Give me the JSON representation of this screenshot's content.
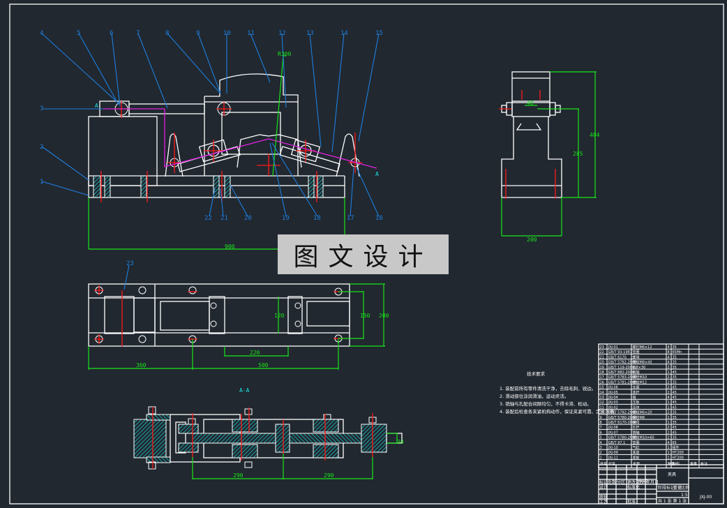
{
  "drawing": {
    "frame_color": "#ffffff",
    "background": "#212830",
    "watermark": "图文设计",
    "front_view": {
      "balloons_top": [
        "4",
        "5",
        "6",
        "7",
        "8",
        "9",
        "10",
        "11",
        "12",
        "13",
        "14",
        "15"
      ],
      "balloons_left": [
        "3",
        "2",
        "1"
      ],
      "balloons_bottom": [
        "22",
        "21",
        "20",
        "19",
        "18",
        "17",
        "16"
      ],
      "radius_label": "R300",
      "section_marker": "A",
      "dimension_width": "900"
    },
    "side_view": {
      "dim_top": "40",
      "dim_height_total": "404",
      "dim_height_center": "285",
      "dim_base": "200"
    },
    "top_view": {
      "balloon": "23",
      "dims": {
        "inner_width": "120",
        "hole_spacing": "150",
        "total_width": "200",
        "slot": "220",
        "left_offset": "360",
        "hole_pitch": "500"
      }
    },
    "section_view": {
      "title": "A-A",
      "dims": {
        "pitch_left": "290",
        "pitch_right": "290",
        "shaft": "30"
      }
    },
    "technical_requirements": {
      "title": "技术要求",
      "items": [
        "1. 装配前所有零件清洗干净，去除毛刺、锐边。",
        "2. 滑动部位涂润滑油，运动灵活。",
        "3. 销轴与孔配合间隙均匀，不得卡滞、松动。",
        "4. 装配后检查各夹紧机构动作，保证夹紧可靠、定位准确。"
      ]
    },
    "bom": {
      "rows": [
        {
          "no": "23",
          "code": "JXJ-01",
          "name": "螺钉M6×12",
          "qty": "4",
          "mat": "35"
        },
        {
          "no": "22",
          "code": "GB/T 93-1987",
          "name": "垫圈",
          "qty": "8",
          "mat": "65Mn"
        },
        {
          "no": "21",
          "code": "GB/T 6170",
          "name": "螺母",
          "qty": "4",
          "mat": "35"
        },
        {
          "no": "20",
          "code": "GB/T 5782-2000",
          "name": "螺栓M8×40",
          "qty": "4",
          "mat": "35"
        },
        {
          "no": "19",
          "code": "GB/T 119-2000",
          "name": "销8×30",
          "qty": "2",
          "mat": "35"
        },
        {
          "no": "18",
          "code": "GB/T 882-2008",
          "name": "销轴",
          "qty": "1",
          "mat": "45"
        },
        {
          "no": "17",
          "code": "GB/T 5783-2000",
          "name": "螺栓M10",
          "qty": "2",
          "mat": "35"
        },
        {
          "no": "16",
          "code": "GB/T 5781-2000",
          "name": "螺栓M12",
          "qty": "2",
          "mat": "35"
        },
        {
          "no": "15",
          "code": "JXJ-06",
          "name": "支座",
          "qty": "2",
          "mat": "45"
        },
        {
          "no": "14",
          "code": "JXJ-05",
          "name": "连杆",
          "qty": "2",
          "mat": "45"
        },
        {
          "no": "13",
          "code": "JXJ-04",
          "name": "销",
          "qty": "4",
          "mat": "45"
        },
        {
          "no": "12",
          "code": "JXJ-03",
          "name": "压板",
          "qty": "1",
          "mat": "45"
        },
        {
          "no": "11",
          "code": "JXJ-02",
          "name": "压块",
          "qty": "1",
          "mat": "45"
        },
        {
          "no": "10",
          "code": "GB/T 5782-2000",
          "name": "螺栓M6×20",
          "qty": "2",
          "mat": "35"
        },
        {
          "no": "9",
          "code": "GB/T 5780-2000",
          "name": "螺栓M8",
          "qty": "1",
          "mat": "35"
        },
        {
          "no": "8",
          "code": "GB/T 6170-2000",
          "name": "螺母",
          "qty": "1",
          "mat": "35"
        },
        {
          "no": "7",
          "code": "JXJ-08",
          "name": "杠杆",
          "qty": "2",
          "mat": "45"
        },
        {
          "no": "6",
          "code": "JXJ-07",
          "name": "销轴",
          "qty": "2",
          "mat": "45"
        },
        {
          "no": "5",
          "code": "GB/T 5780-2000",
          "name": "螺栓M10×60",
          "qty": "2",
          "mat": "35"
        },
        {
          "no": "4",
          "code": "GB/T 97.1",
          "name": "垫圈",
          "qty": "4",
          "mat": "65"
        },
        {
          "no": "3",
          "code": "JXJ-10",
          "name": "气缸",
          "qty": "1",
          "mat": "组件"
        },
        {
          "no": "2",
          "code": "JXJ-09",
          "name": "底座",
          "qty": "1",
          "mat": "HT200"
        },
        {
          "no": "1",
          "code": "JXJ-11",
          "name": "底板",
          "qty": "1",
          "mat": "HT200"
        }
      ],
      "header": {
        "no": "序号",
        "code": "代号",
        "name": "名称",
        "qty": "数量",
        "mat": "材料",
        "weight_single": "单件",
        "weight_total": "总计",
        "weight": "重量",
        "note": "备注"
      }
    },
    "title_block": {
      "drawing_name": "夹具",
      "code": "JXJ-00",
      "scale_label": "比例",
      "weight_label": "重量",
      "stage_label": "阶段标记",
      "scale": "1:5",
      "sheet": "共 1 张 第 1 张",
      "row_labels": [
        "标记",
        "处数",
        "分区",
        "更改文件号",
        "签名",
        "年月日"
      ],
      "roles": [
        "设计",
        "标准化",
        "审核",
        "工艺",
        "批准"
      ]
    }
  }
}
